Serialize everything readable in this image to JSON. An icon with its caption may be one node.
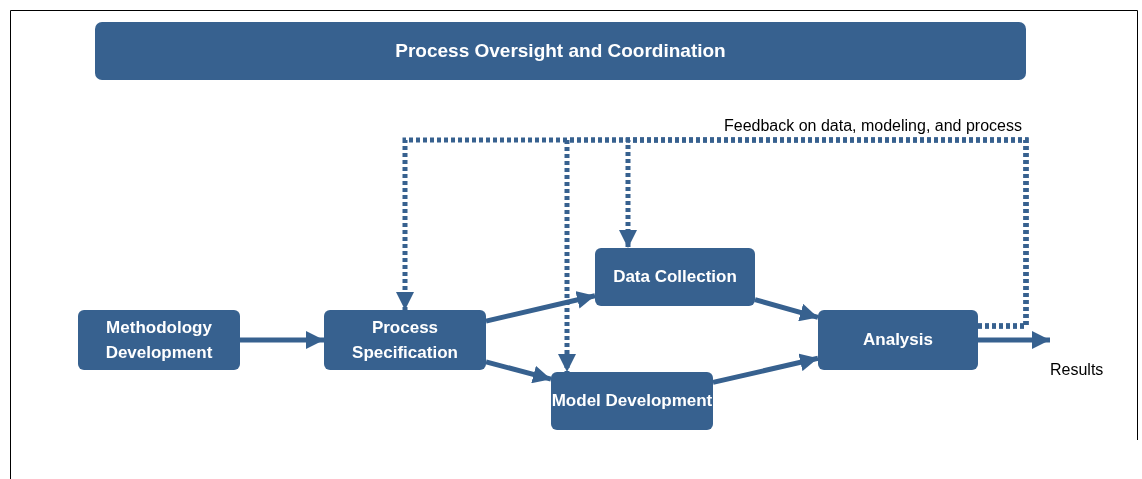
{
  "diagram": {
    "nodes": [
      {
        "text": [
          "Process Oversight and Coordination"
        ]
      },
      {
        "text": [
          "Methodology Development"
        ]
      },
      {
        "text": [
          "Process Specification"
        ]
      },
      {
        "text": [
          "Data Collection"
        ]
      },
      {
        "text": [
          "Model Development"
        ]
      },
      {
        "text": [
          "Analysis"
        ]
      },
      {
        "text": [
          "Results"
        ]
      }
    ],
    "edges": [
      {
        "from": 1,
        "to": 2,
        "arrow": "to"
      },
      {
        "from": 2,
        "to": 3,
        "arrow": "to"
      },
      {
        "from": 2,
        "to": 4,
        "arrow": "to"
      },
      {
        "from": 3,
        "to": 5,
        "arrow": "to"
      },
      {
        "from": 4,
        "to": 5,
        "arrow": "to"
      },
      {
        "from": 5,
        "to": 6,
        "arrow": "to"
      },
      {
        "from": 5,
        "to": 2,
        "arrow": "to",
        "style": "dashed",
        "label": "Feedback on data, modeling, and process"
      },
      {
        "from": 5,
        "to": 3,
        "arrow": "to",
        "style": "dashed"
      },
      {
        "from": 5,
        "to": 4,
        "arrow": "to",
        "style": "dashed"
      }
    ]
  }
}
